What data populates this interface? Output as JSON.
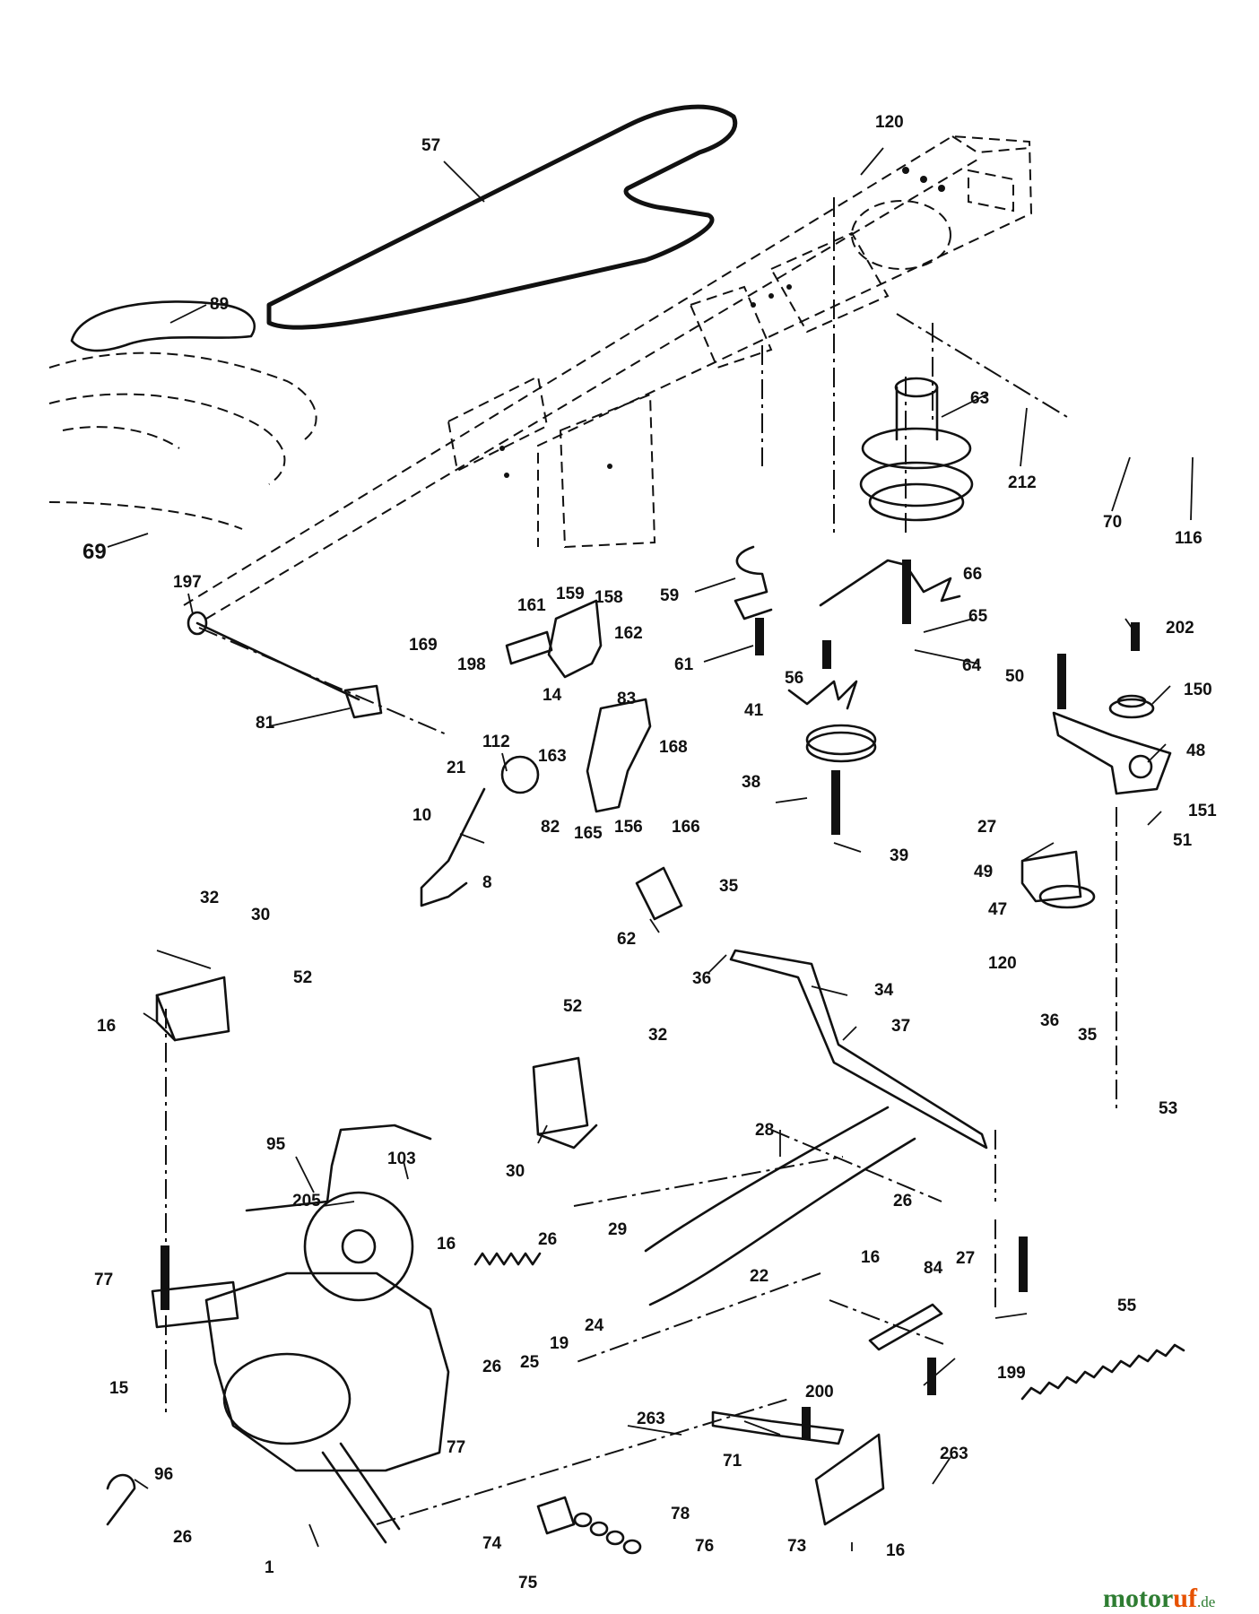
{
  "diagram": {
    "part_numbers": [
      "57",
      "120",
      "89",
      "63",
      "212",
      "70",
      "116",
      "69",
      "197",
      "161",
      "159",
      "158",
      "169",
      "198",
      "162",
      "81",
      "112",
      "14",
      "83",
      "163",
      "168",
      "21",
      "10",
      "82",
      "165",
      "156",
      "166",
      "8",
      "59",
      "61",
      "56",
      "66",
      "65",
      "64",
      "41",
      "38",
      "39",
      "202",
      "50",
      "150",
      "48",
      "27",
      "151",
      "51",
      "49",
      "47",
      "120",
      "62",
      "35",
      "36",
      "34",
      "37",
      "32",
      "30",
      "52",
      "16",
      "52",
      "32",
      "36",
      "35",
      "53",
      "95",
      "103",
      "205",
      "30",
      "28",
      "26",
      "27",
      "77",
      "16",
      "26",
      "29",
      "22",
      "24",
      "19",
      "25",
      "26",
      "16",
      "84",
      "199",
      "15",
      "55",
      "96",
      "77",
      "263",
      "200",
      "71",
      "263",
      "1",
      "26",
      "74",
      "75",
      "78",
      "76",
      "73",
      "16"
    ]
  },
  "watermark": {
    "part1": "motor",
    "part2": "uf",
    "part3": ".de"
  }
}
